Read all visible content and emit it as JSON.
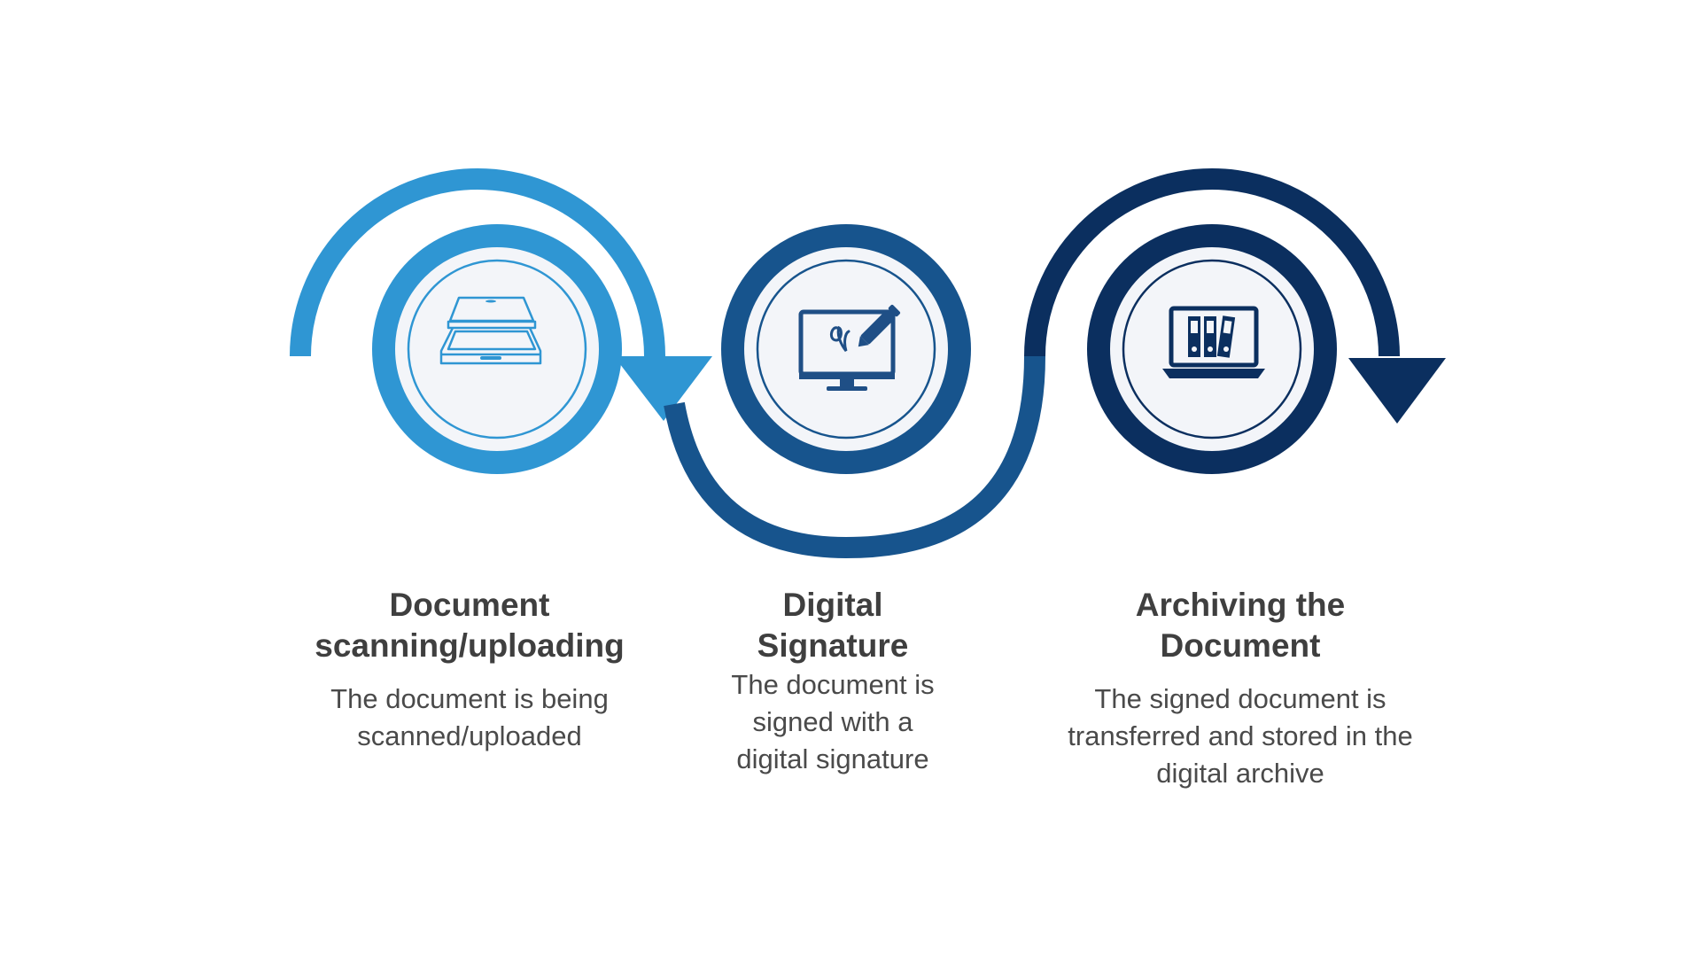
{
  "colors": {
    "step1": "#2f96d3",
    "step2": "#17548d",
    "step3": "#0b2f5f",
    "inner_fill": "#f3f5f9",
    "icon_light": "#2f96d3",
    "icon_dark": "#1f4f86"
  },
  "steps": [
    {
      "icon": "scanner-icon",
      "title_lines": [
        "Document",
        "scanning/uploading"
      ],
      "desc_lines": [
        "The document is being",
        "scanned/uploaded"
      ]
    },
    {
      "icon": "monitor-signature-icon",
      "title_lines": [
        "Digital",
        "Signature"
      ],
      "desc_lines": [
        "The document is",
        "signed with a",
        "digital signature"
      ]
    },
    {
      "icon": "laptop-archive-icon",
      "title_lines": [
        "Archiving the",
        "Document"
      ],
      "desc_lines": [
        "The signed document is",
        "transferred and stored in the",
        "digital archive"
      ]
    }
  ]
}
